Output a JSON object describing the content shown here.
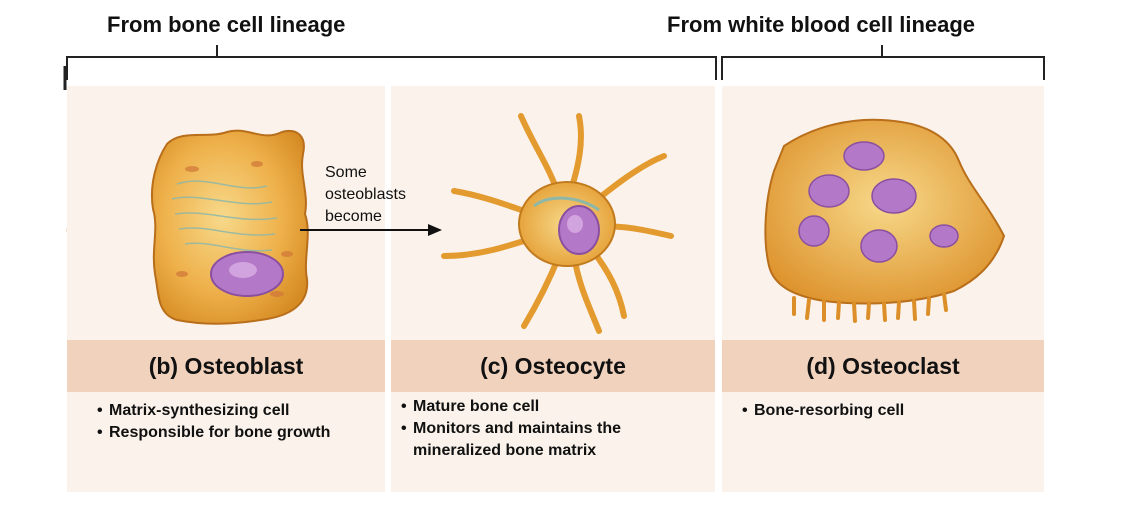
{
  "lineages": {
    "bone": "From bone cell lineage",
    "white_blood": "From white blood cell lineage"
  },
  "transition": {
    "lines": [
      "Some",
      "osteoblasts",
      "become"
    ]
  },
  "cells": [
    {
      "name": "(b) Osteoblast",
      "bullets": [
        "Matrix-synthesizing cell",
        "Responsible for bone growth"
      ]
    },
    {
      "name": "(c) Osteocyte",
      "bullets": [
        "Mature bone cell",
        "Monitors and maintains the mineralized bone matrix"
      ]
    },
    {
      "name": "(d) Osteoclast",
      "bullets": [
        "Bone-resorbing cell"
      ]
    }
  ],
  "colors": {
    "panel_bg": "#fbf3eb",
    "label_band": "#f0d2bd",
    "cytoplasm": "#e8a33a",
    "nucleus": "#b478c8"
  }
}
